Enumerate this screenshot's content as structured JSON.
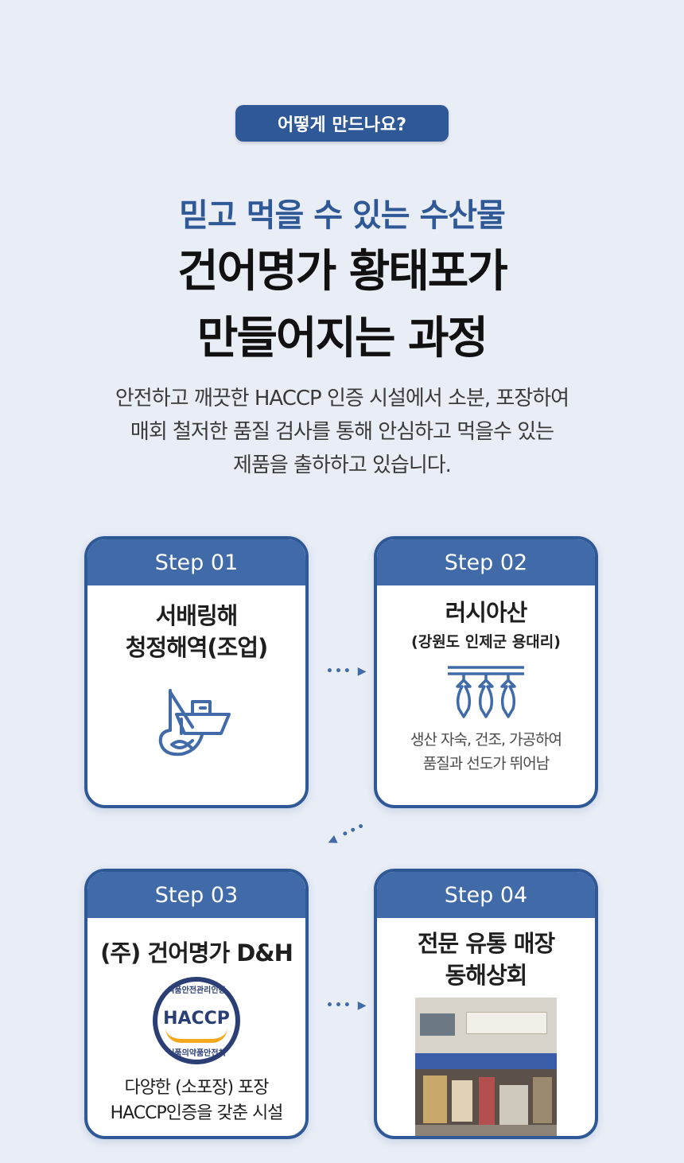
{
  "header": {
    "pill_label": "어떻게 만드나요?",
    "subtitle": "믿고 먹을 수 있는 수산물",
    "title_line1": "건어명가 황태포가",
    "title_line2": "만들어지는 과정",
    "desc_line1": "안전하고 깨끗한 HACCP 인증 시설에서 소분, 포장하여",
    "desc_line2": "매회 철저한 품질 검사를 통해 안심하고 먹을수 있는",
    "desc_line3": "제품을 출하하고 있습니다."
  },
  "steps": [
    {
      "label": "Step 01",
      "title_line1": "서배링해",
      "title_line2": "청정해역(조업)",
      "icon": "fishing-boat-icon"
    },
    {
      "label": "Step 02",
      "title_line1": "러시아산",
      "sub": "(강원도 인제군 용대리)",
      "icon": "hanging-fish-icon",
      "text_line1": "생산 자숙, 건조, 가공하여",
      "text_line2": "품질과 선도가 뛰어남"
    },
    {
      "label": "Step 03",
      "title_line1": "(주) 건어명가 D&H",
      "badge_top": "식품안전관리인증",
      "badge_main": "HACCP",
      "badge_bottom": "식품의약품안전처",
      "text_line1": "다양한 (소포장) 포장",
      "text_line2": "HACCP인증을 갖춘 시설"
    },
    {
      "label": "Step 04",
      "title_line1": "전문 유통 매장",
      "title_line2": "동해상회",
      "icon": "store-photo"
    }
  ],
  "colors": {
    "accent": "#2f5896",
    "card_header": "#416ba8",
    "background": "#e9edf6"
  }
}
